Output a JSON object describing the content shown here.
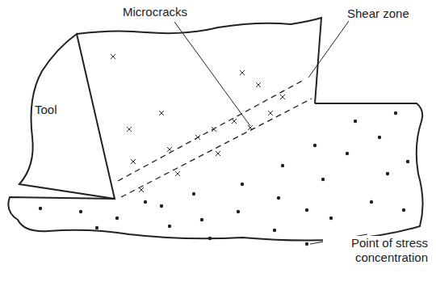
{
  "diagram": {
    "nodes": [
      {
        "text": [
          "Tool"
        ]
      }
    ],
    "labels": [
      "Microcracks",
      "Shear zone",
      "Point of stress concentration"
    ]
  }
}
